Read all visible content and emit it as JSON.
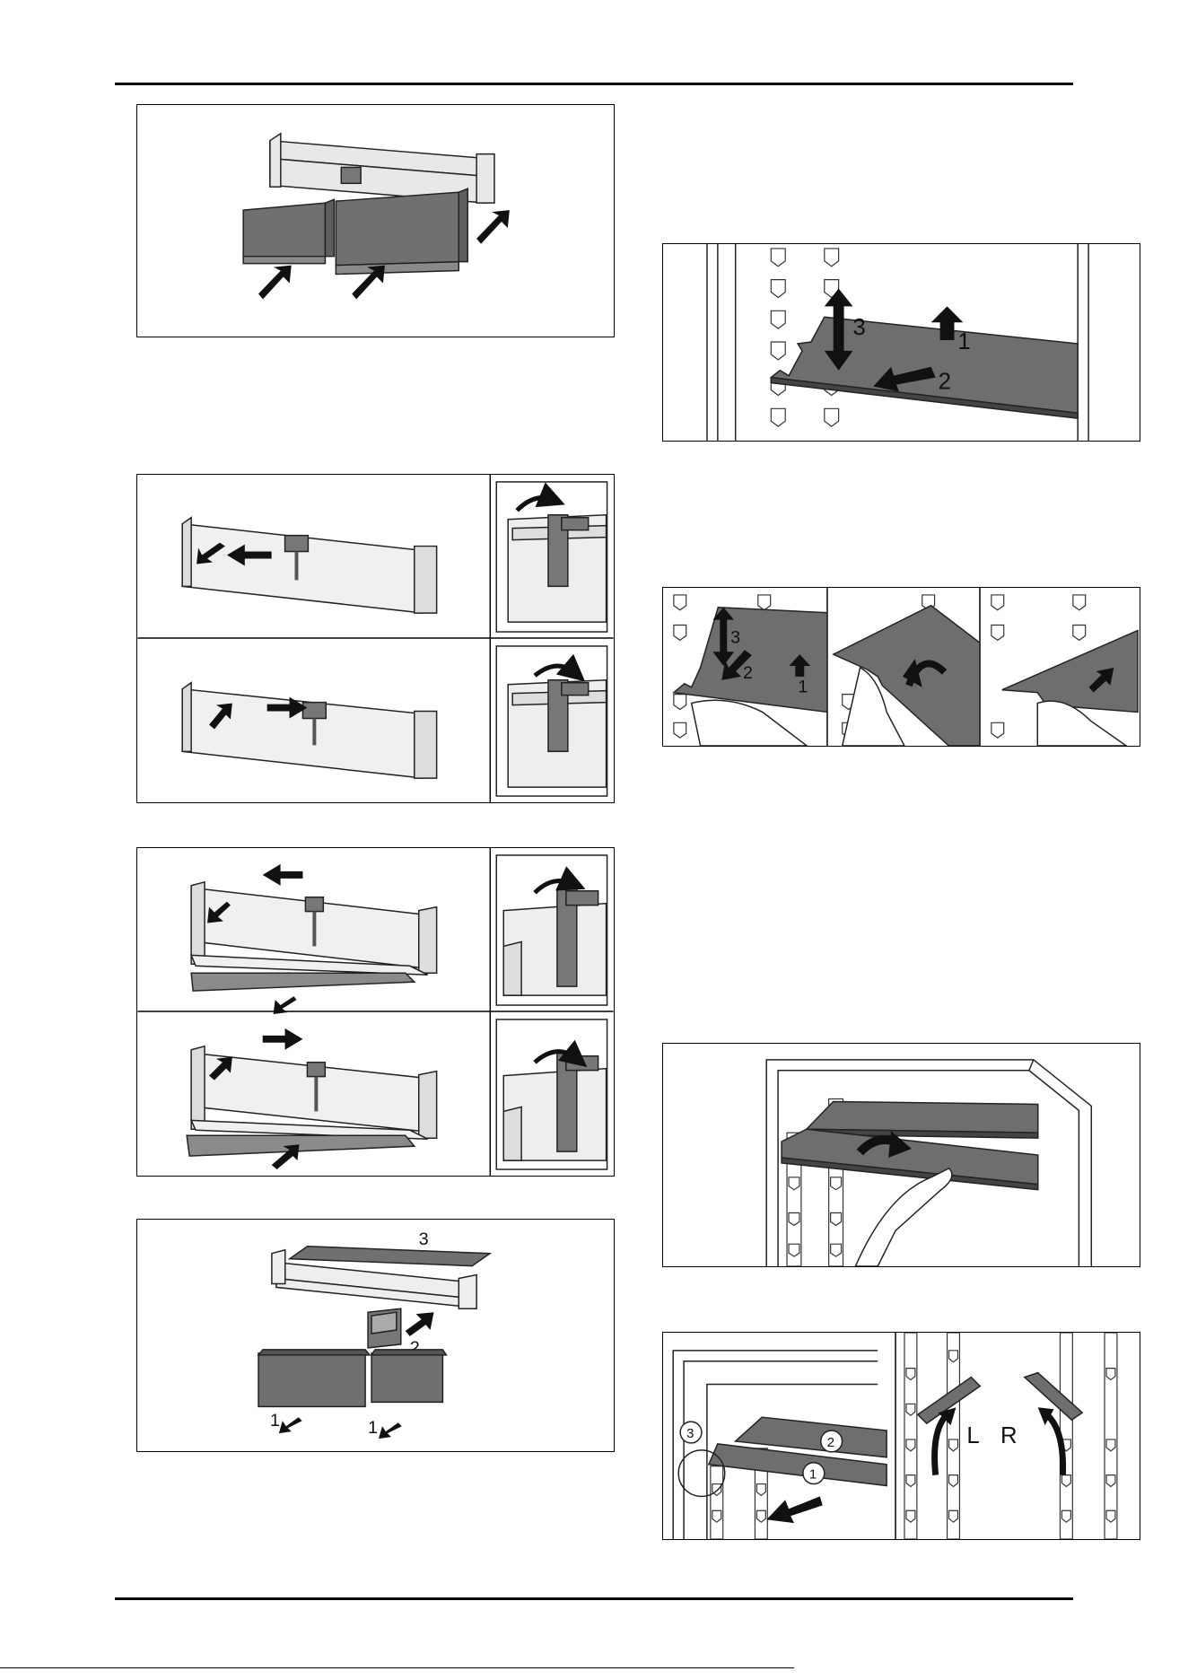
{
  "figures": {
    "fig_shelf_steps": {
      "label_1": "1",
      "label_2": "2",
      "label_3": "3"
    },
    "fig_hand_steps": {
      "label_1": "1",
      "label_2": "2",
      "label_3": "3"
    },
    "fig_rack_parts": {
      "label_1a": "1",
      "label_1b": "1",
      "label_2": "2",
      "label_3": "3"
    },
    "fig_rails": {
      "label_1": "1",
      "label_2": "2",
      "label_3": "3",
      "label_left": "L",
      "label_right": "R"
    }
  },
  "colors": {
    "part_dark": "#6e6e6e",
    "part_mid": "#8c8c8c",
    "part_light": "#e6e6e6",
    "line": "#222222",
    "arrow": "#111111"
  }
}
